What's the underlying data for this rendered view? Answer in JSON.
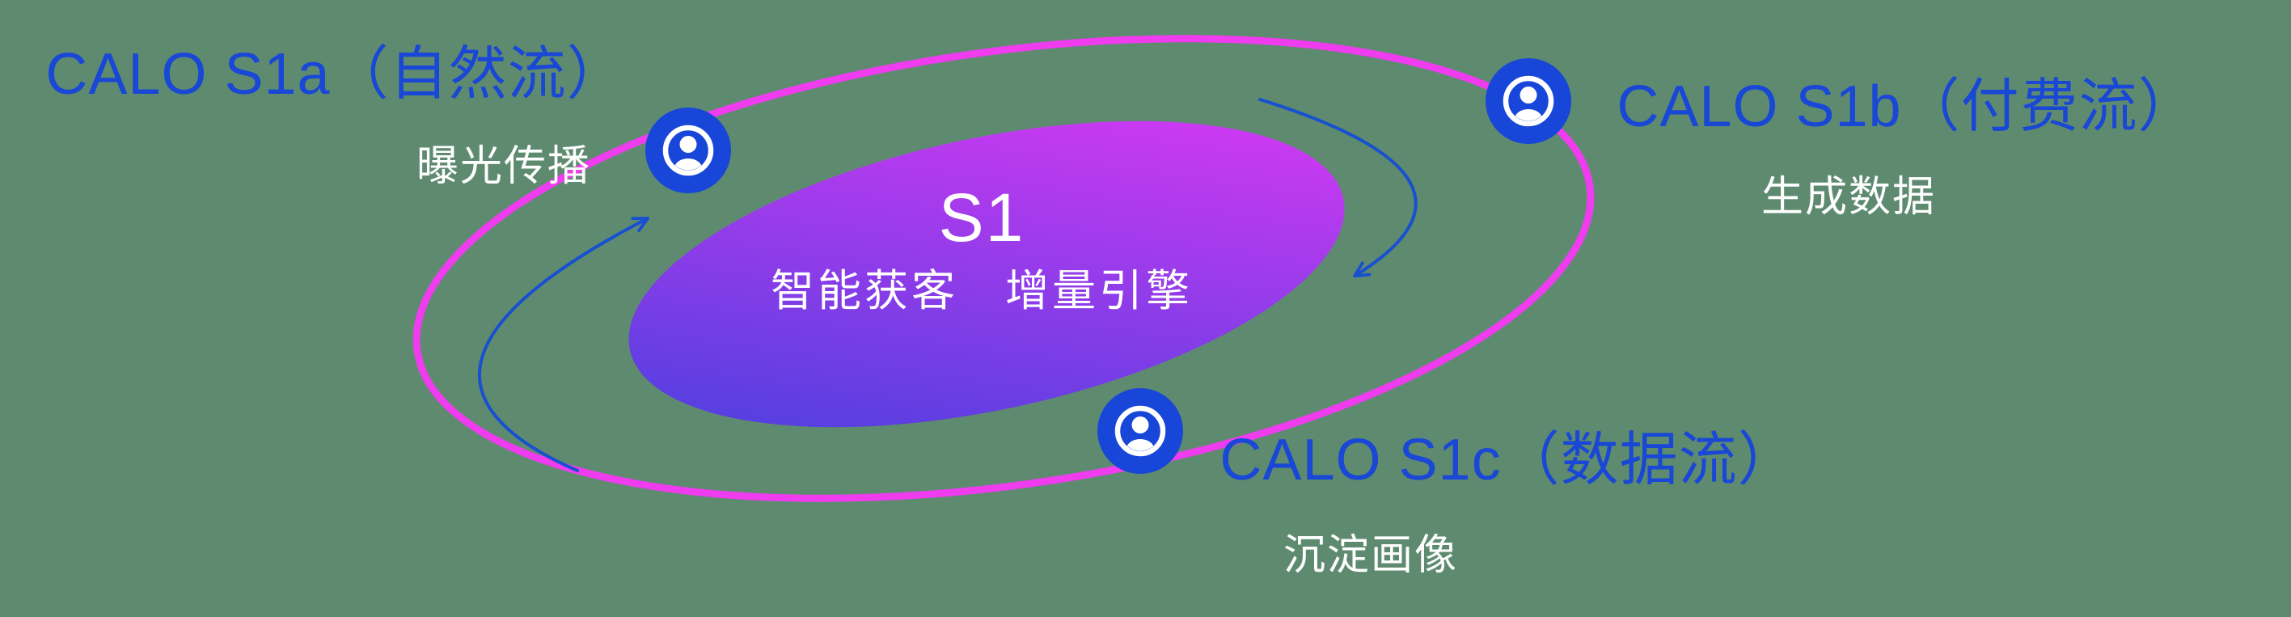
{
  "colors": {
    "background": "#5e8b70",
    "orbit-pink": "#ee3cee",
    "accent-blue": "#1947d6",
    "node-blue": "#1746d8",
    "arrow-blue": "#1750d0",
    "core-gradient-start": "#4040dd",
    "core-gradient-end": "#e238f5"
  },
  "core": {
    "title": "S1",
    "subtitle": "智能获客　增量引擎"
  },
  "nodes": [
    {
      "title": "CALO S1a（自然流）",
      "subtitle": "曝光传播"
    },
    {
      "title": "CALO S1b（付费流）",
      "subtitle": "生成数据"
    },
    {
      "title": "CALO S1c（数据流）",
      "subtitle": "沉淀画像"
    }
  ]
}
